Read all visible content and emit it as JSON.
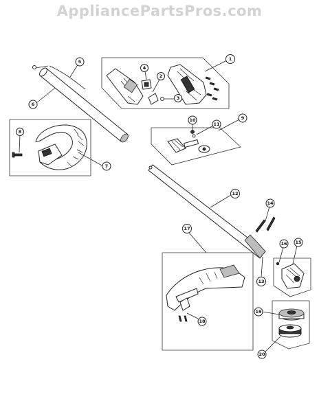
{
  "watermark": "AppliancePartsPros.com",
  "callouts": [
    {
      "id": "callout-1",
      "label": "1"
    },
    {
      "id": "callout-2",
      "label": "2"
    },
    {
      "id": "callout-3",
      "label": "3"
    },
    {
      "id": "callout-4",
      "label": "4"
    },
    {
      "id": "callout-5",
      "label": "5"
    },
    {
      "id": "callout-6",
      "label": "6"
    },
    {
      "id": "callout-7",
      "label": "7"
    },
    {
      "id": "callout-8",
      "label": "8"
    },
    {
      "id": "callout-9",
      "label": "9"
    },
    {
      "id": "callout-10",
      "label": "10"
    },
    {
      "id": "callout-11",
      "label": "11"
    },
    {
      "id": "callout-12",
      "label": "12"
    },
    {
      "id": "callout-13",
      "label": "13"
    },
    {
      "id": "callout-14",
      "label": "14"
    },
    {
      "id": "callout-15",
      "label": "15"
    },
    {
      "id": "callout-16",
      "label": "16"
    },
    {
      "id": "callout-17",
      "label": "17"
    },
    {
      "id": "callout-18",
      "label": "18"
    },
    {
      "id": "callout-19",
      "label": "19"
    },
    {
      "id": "callout-20",
      "label": "20"
    }
  ]
}
